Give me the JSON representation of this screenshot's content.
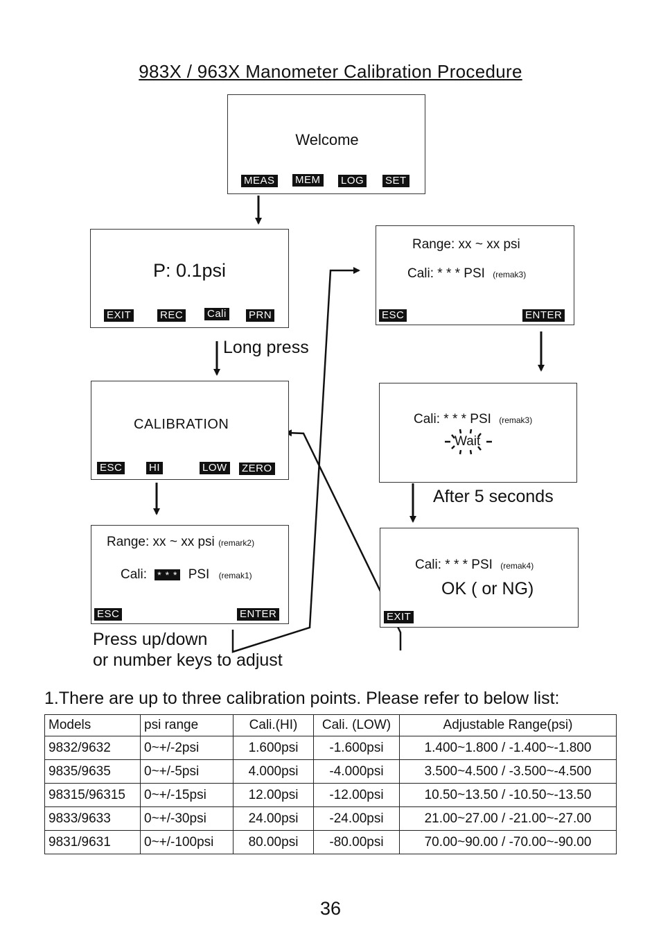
{
  "title": "983X / 963X Manometer Calibration Procedure",
  "welcome": {
    "text": "Welcome",
    "keys": [
      "MEAS",
      "MEM",
      "LOG",
      "SET"
    ]
  },
  "measure": {
    "text": "P:  0.1psi",
    "keys": [
      "EXIT",
      "REC",
      "Cali",
      "PRN"
    ]
  },
  "long_press": "Long press",
  "calibration": {
    "text": "CALIBRATION",
    "keys": [
      "ESC",
      "HI",
      "LOW",
      "ZERO"
    ]
  },
  "adjust": {
    "range": "Range: xx ~ xx psi",
    "range_note": "(remark2)",
    "cali": "Cali:",
    "stars": "* * *",
    "unit": "PSI",
    "cali_note": "(remak1)",
    "keys": [
      "ESC",
      "ENTER"
    ]
  },
  "adjust_note_line1": "Press up/down",
  "adjust_note_line2": "or number keys to adjust",
  "confirm": {
    "range": "Range: xx ~ xx psi",
    "cali": "Cali:  * * *  PSI",
    "cali_note": "(remak3)",
    "keys": [
      "ESC",
      "ENTER"
    ]
  },
  "wait": {
    "cali": "Cali:  * * *  PSI",
    "cali_note": "(remak3)",
    "wait_text": "Wait"
  },
  "after": "After 5 seconds",
  "result": {
    "cali": "Cali:  * * *  PSI",
    "cali_note": "(remak4)",
    "result_text": "OK ( or NG)",
    "keys": [
      "EXIT"
    ]
  },
  "intro": "1.There are up to three calibration points. Please refer to below list:",
  "table": {
    "headers": [
      "Models",
      "psi range",
      "Cali.(HI)",
      "Cali. (LOW)",
      "Adjustable Range(psi)"
    ],
    "rows": [
      [
        "9832/9632",
        "0~+/-2psi",
        "1.600psi",
        "-1.600psi",
        "1.400~1.800 / -1.400~-1.800"
      ],
      [
        "9835/9635",
        "0~+/-5psi",
        "4.000psi",
        "-4.000psi",
        "3.500~4.500 / -3.500~-4.500"
      ],
      [
        "98315/96315",
        "0~+/-15psi",
        "12.00psi",
        "-12.00psi",
        "10.50~13.50 / -10.50~-13.50"
      ],
      [
        "9833/9633",
        "0~+/-30psi",
        "24.00psi",
        "-24.00psi",
        "21.00~27.00 / -21.00~-27.00"
      ],
      [
        "9831/9631",
        "0~+/-100psi",
        "80.00psi",
        "-80.00psi",
        "70.00~90.00 / -70.00~-90.00"
      ]
    ]
  },
  "page_number": "36"
}
